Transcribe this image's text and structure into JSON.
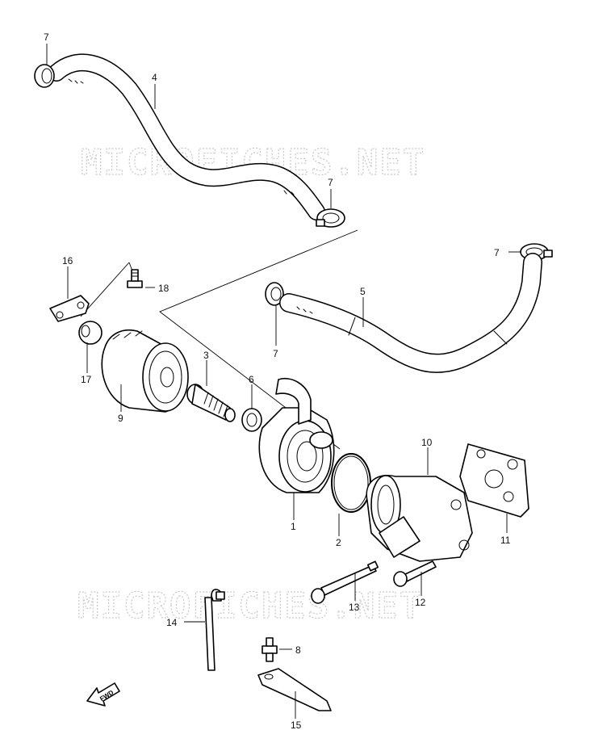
{
  "watermarks": [
    "MICROFICHES.NET",
    "MICROFICHES.NET"
  ],
  "fwd_label": "FWD",
  "callouts": {
    "c7a": "7",
    "c4": "4",
    "c7b": "7",
    "c7c": "7",
    "c16": "16",
    "c18": "18",
    "c5": "5",
    "c7d": "7",
    "c3": "3",
    "c6": "6",
    "c17": "17",
    "c9": "9",
    "c10": "10",
    "c1": "1",
    "c2": "2",
    "c11": "11",
    "c13": "13",
    "c12": "12",
    "c14": "14",
    "c8": "8",
    "c15": "15"
  }
}
